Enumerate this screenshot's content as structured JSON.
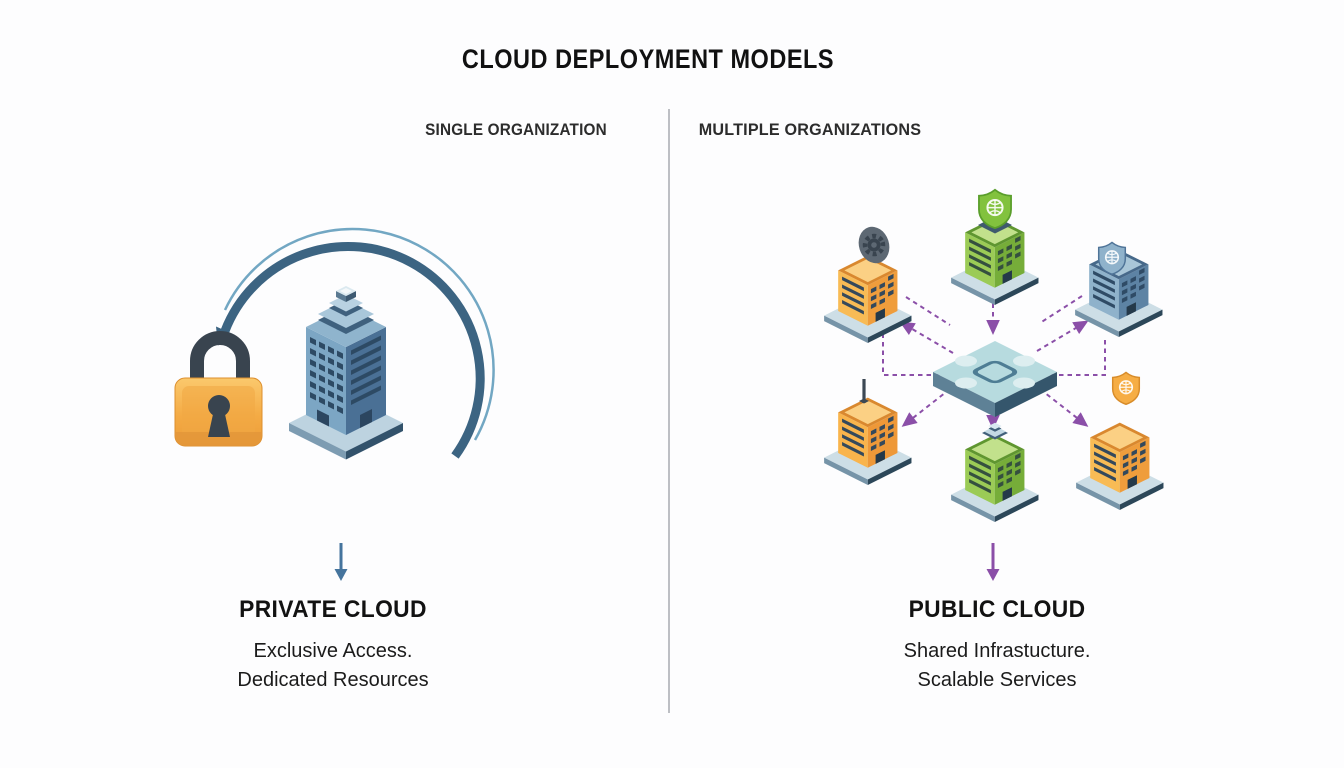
{
  "title": "CLOUD DEPLOYMENT MODELS",
  "columns": {
    "left": {
      "header": "SINGLE ORGANIZATION"
    },
    "right": {
      "header": "MULTIPLE ORGANIZATIONS"
    }
  },
  "left_panel": {
    "label": "PRIVATE CLOUD",
    "subtitle_line1": "Exclusive Access.",
    "subtitle_line2": "Dedicated Resources",
    "icons": [
      "circular-arrow-icon",
      "padlock-icon",
      "office-building-icon",
      "down-arrow-icon"
    ]
  },
  "right_panel": {
    "label": "PUBLIC CLOUD",
    "subtitle_line1": "Shared Infrastucture.",
    "subtitle_line2": "Scalable Services",
    "icons": [
      "hub-platform-icon",
      "building-gear-icon",
      "building-shield-green-icon",
      "building-shield-blue-icon",
      "building-antenna-icon",
      "building-rooftop-icon",
      "building-shield-orange-icon",
      "dashed-connector-icon",
      "down-arrow-icon"
    ]
  },
  "colors": {
    "title_text": "#111111",
    "divider": "#bdbfc4",
    "private_accent": "#45749d",
    "public_accent": "#8b4fa8",
    "lock_orange": "#f4ab45",
    "building_blue": "#7ca6c4",
    "building_green": "#84bd45",
    "building_orange": "#f5ad49",
    "hub_teal": "#b7dbdf"
  }
}
